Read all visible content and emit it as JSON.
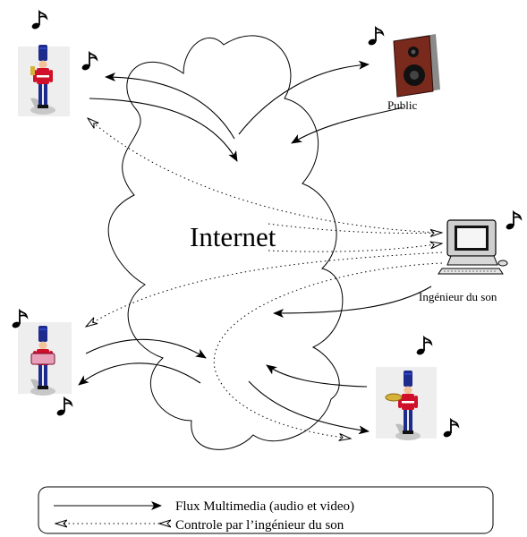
{
  "diagram": {
    "cloud_label": "Internet",
    "nodes": {
      "speaker": {
        "label": "Public"
      },
      "computer": {
        "label": "Ingénieur du son"
      },
      "musician_top_left": {
        "label": ""
      },
      "musician_bottom_left": {
        "label": ""
      },
      "musician_bottom_right": {
        "label": ""
      }
    }
  },
  "legend": {
    "solid_label": "Flux Multimedia (audio et video)",
    "dotted_label": "Controle par l’ingénieur du son"
  },
  "colors": {
    "soldier_coat": "#d0102a",
    "soldier_hat": "#1d2b8c",
    "speaker_wood": "#7a2a1c",
    "line": "#000000"
  }
}
